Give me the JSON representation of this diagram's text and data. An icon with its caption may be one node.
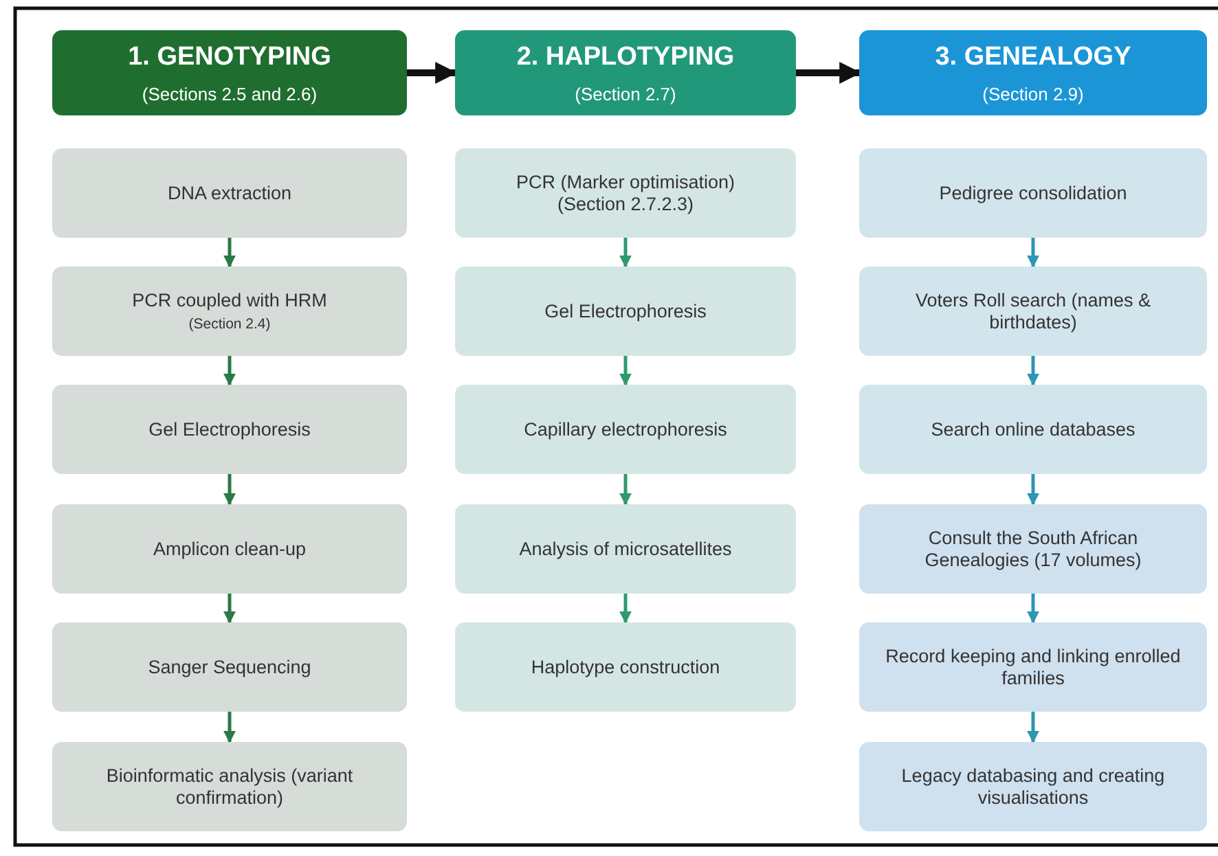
{
  "diagram": {
    "nodes": [
      {
        "text": [
          "1. GENOTYPING",
          "(Sections 2.5 and 2.6)"
        ]
      },
      {
        "text": [
          "2. HAPLOTYPING",
          "(Section 2.7)"
        ]
      },
      {
        "text": [
          "3. GENEALOGY",
          "(Section 2.9)"
        ]
      },
      {
        "text": [
          "DNA extraction"
        ]
      },
      {
        "text": [
          "PCR coupled with HRM",
          "(Section 2.4)"
        ]
      },
      {
        "text": [
          "Gel Electrophoresis"
        ]
      },
      {
        "text": [
          "Amplicon clean-up"
        ]
      },
      {
        "text": [
          "Sanger Sequencing"
        ]
      },
      {
        "text": [
          "Bioinformatic analysis (variant confirmation)"
        ]
      },
      {
        "text": [
          "PCR (Marker optimisation)",
          "(Section 2.7.2.3)"
        ]
      },
      {
        "text": [
          "Gel Electrophoresis"
        ]
      },
      {
        "text": [
          "Capillary electrophoresis"
        ]
      },
      {
        "text": [
          "Analysis of microsatellites"
        ]
      },
      {
        "text": [
          "Haplotype construction"
        ]
      },
      {
        "text": [
          "Pedigree consolidation"
        ]
      },
      {
        "text": [
          "Voters Roll search (names & birthdates)"
        ]
      },
      {
        "text": [
          "Search online databases"
        ]
      },
      {
        "text": [
          "Consult the South African Genealogies (17 volumes)"
        ]
      },
      {
        "text": [
          "Record keeping and linking enrolled families"
        ]
      },
      {
        "text": [
          "Legacy databasing and creating visualisations"
        ]
      }
    ],
    "edges": [
      {
        "from": 0,
        "to": 1,
        "arrow": "to",
        "style": "thick",
        "color": "#111111"
      },
      {
        "from": 1,
        "to": 2,
        "arrow": "to",
        "style": "thick",
        "color": "#111111"
      },
      {
        "from": 3,
        "to": 4,
        "arrow": "to"
      },
      {
        "from": 4,
        "to": 5,
        "arrow": "to"
      },
      {
        "from": 5,
        "to": 6,
        "arrow": "to"
      },
      {
        "from": 6,
        "to": 7,
        "arrow": "to"
      },
      {
        "from": 7,
        "to": 8,
        "arrow": "to"
      },
      {
        "from": 9,
        "to": 10,
        "arrow": "to",
        "color": "#2f9a6e"
      },
      {
        "from": 10,
        "to": 11,
        "arrow": "to",
        "color": "#2f9a6e"
      },
      {
        "from": 11,
        "to": 12,
        "arrow": "to",
        "color": "#2f9a6e"
      },
      {
        "from": 12,
        "to": 13,
        "arrow": "to",
        "color": "#2f9a6e"
      },
      {
        "from": 14,
        "to": 15,
        "arrow": "to",
        "color": "#2b97b3"
      },
      {
        "from": 15,
        "to": 16,
        "arrow": "to",
        "color": "#2b97b3"
      },
      {
        "from": 16,
        "to": 17,
        "arrow": "to",
        "color": "#2b97b3"
      },
      {
        "from": 17,
        "to": 18,
        "arrow": "to",
        "color": "#2b97b3"
      },
      {
        "from": 18,
        "to": 19,
        "arrow": "to",
        "color": "#2b97b3"
      }
    ]
  }
}
